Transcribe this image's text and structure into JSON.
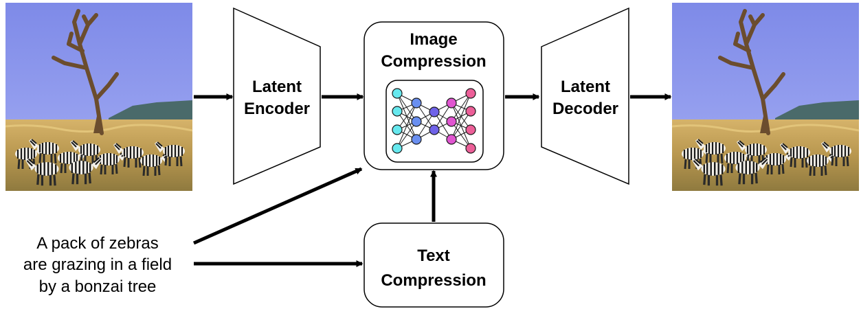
{
  "diagram": {
    "encoder": {
      "line1": "Latent",
      "line2": "Encoder"
    },
    "decoder": {
      "line1": "Latent",
      "line2": "Decoder"
    },
    "image_compression": {
      "line1": "Image",
      "line2": "Compression"
    },
    "text_compression": {
      "line1": "Text",
      "line2": "Compression"
    },
    "caption": {
      "line1": "A pack of zebras",
      "line2": "are grazing in a field",
      "line3": "by a bonzai tree"
    },
    "input_image": {
      "subject": "zebras-under-dead-tree"
    },
    "output_image": {
      "subject": "reconstructed-zebras-under-dead-tree"
    },
    "colors": {
      "sky": "#8f98ee",
      "grass": "#c9a45a",
      "nn_cyan": "#66e8ee",
      "nn_blue": "#6a8ff0",
      "nn_indigo": "#6f62e8",
      "nn_magenta": "#e055d0",
      "nn_pink": "#ec5f98",
      "stroke": "#000000"
    }
  }
}
